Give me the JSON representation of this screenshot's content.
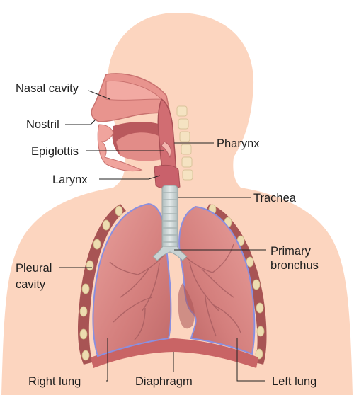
{
  "labels": {
    "nasal_cavity": "Nasal cavity",
    "nostril": "Nostril",
    "epiglottis": "Epiglottis",
    "larynx": "Larynx",
    "pharynx": "Pharynx",
    "trachea": "Trachea",
    "primary_bronchus_line1": "Primary",
    "primary_bronchus_line2": "bronchus",
    "pleural_cavity_line1": "Pleural",
    "pleural_cavity_line2": "cavity",
    "right_lung": "Right lung",
    "diaphragm": "Diaphragm",
    "left_lung": "Left lung"
  },
  "colors": {
    "skin": "#fcd5bf",
    "lung": "#d98a88",
    "lung_dark": "#b85f60",
    "tissue": "#d16d72",
    "pleura_outline": "#8a8fe0",
    "trachea": "#c9d3d3",
    "rib": "#e8d6a6",
    "chest_wall": "#a85454",
    "leader_line": "#222222"
  }
}
